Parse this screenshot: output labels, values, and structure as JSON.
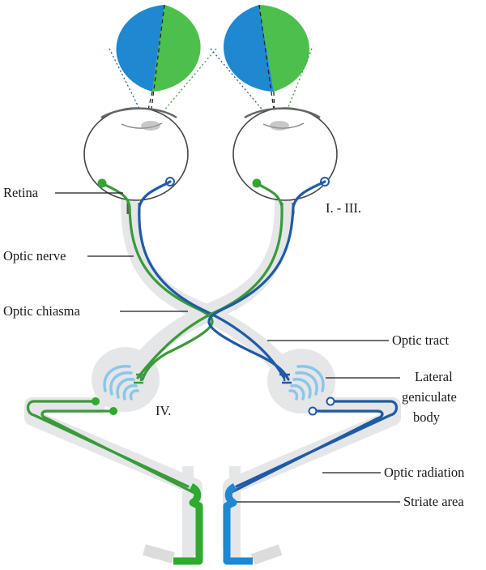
{
  "labels": {
    "retina": "Retina",
    "stage_1_3": "I. - III.",
    "optic_nerve": "Optic nerve",
    "optic_chiasma": "Optic chiasma",
    "optic_tract": "Optic tract",
    "lgb_line1": "Lateral",
    "lgb_line2": "geniculate",
    "lgb_line3": "body",
    "stage_4": "IV.",
    "optic_radiation": "Optic radiation",
    "striate_area": "Striate area"
  },
  "colors": {
    "left_hemifield": "#1e88d0",
    "right_hemifield": "#4cbf4c",
    "green_pathway": "#3a9a3a",
    "blue_pathway": "#1f5aa6",
    "cortex_green": "#2eaa2e",
    "cortex_blue": "#1e88d0",
    "lgn_layers": "#a8d4ee",
    "halo": "#e4e6e8"
  }
}
